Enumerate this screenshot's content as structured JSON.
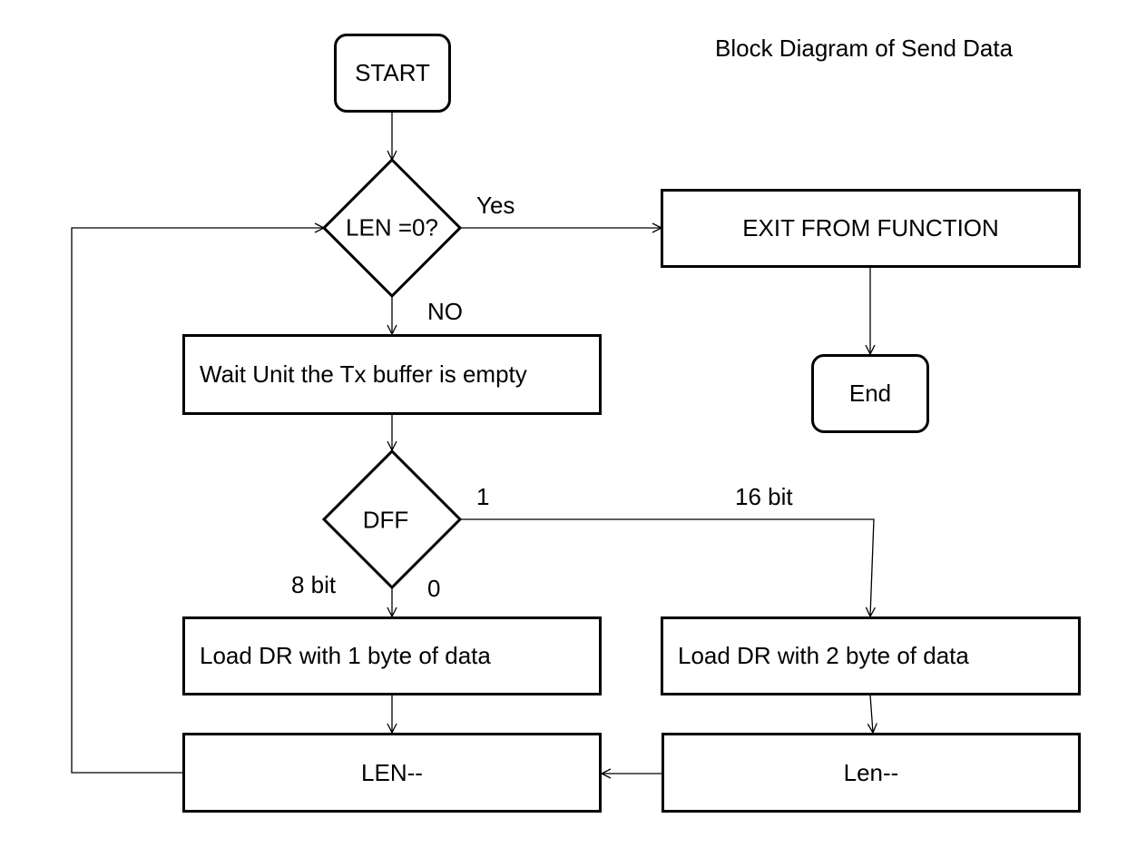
{
  "title": "Block Diagram of Send Data",
  "nodes": {
    "start": "START",
    "len_check": "LEN =0?",
    "exit": "EXIT FROM FUNCTION",
    "end": "End",
    "wait": "Wait Unit the Tx buffer is empty",
    "dff": "DFF",
    "load1": "Load DR with 1 byte of data",
    "load2": "Load DR with 2 byte of data",
    "len_dec_left": "LEN--",
    "len_dec_right": "Len--"
  },
  "edge_labels": {
    "yes": "Yes",
    "no": "NO",
    "one": "1",
    "sixteen_bit": "16 bit",
    "eight_bit": "8 bit",
    "zero": "0"
  }
}
